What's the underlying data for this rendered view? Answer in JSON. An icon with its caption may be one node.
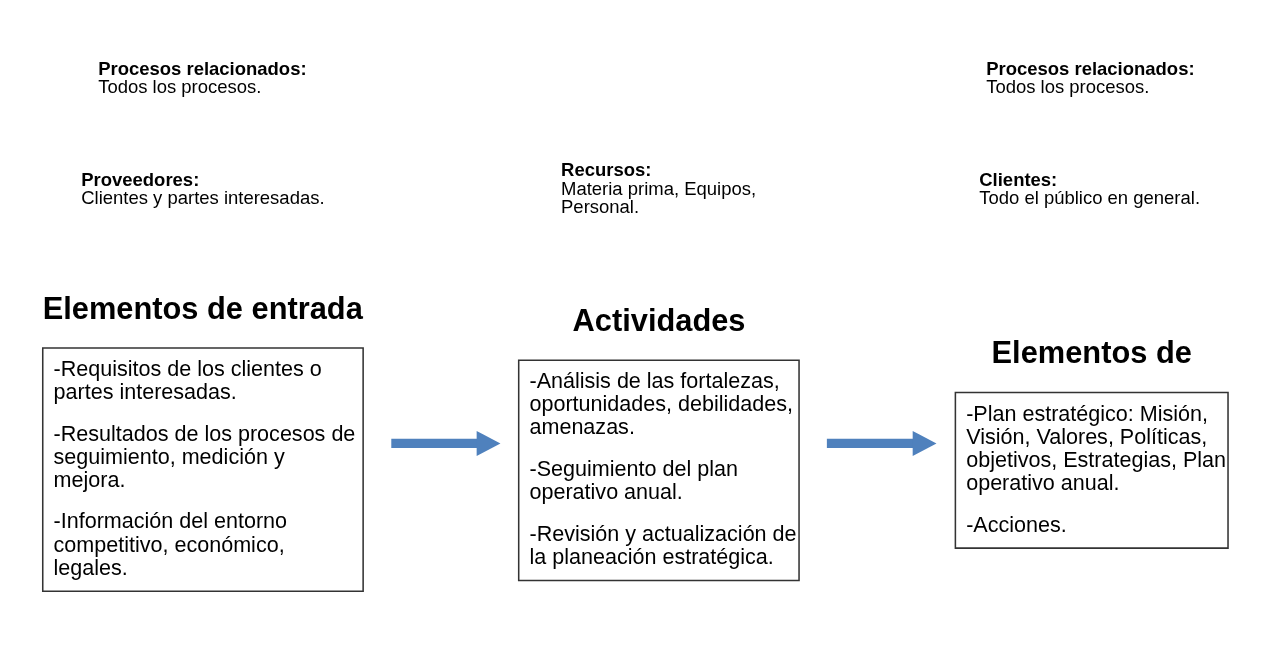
{
  "diagram": {
    "nodes": [
      {
        "text": [
          "Elementos de entrada",
          "-Requisitos de los clientes o partes interesadas.",
          "-Resultados de los procesos de seguimiento, medición y mejora.",
          "-Información del entorno competitivo, económico, legales."
        ]
      },
      {
        "text": [
          "Actividades",
          "-Análisis de las fortalezas, oportunidades, debilidades, amenazas.",
          "-Seguimiento del plan operativo anual.",
          "-Revisión y actualización de la planeación estratégica."
        ]
      },
      {
        "text": [
          "Elementos de",
          "-Plan estratégico: Misión, Visión, Valores, Políticas, objetivos, Estrategias, Plan operativo anual.",
          "-Acciones."
        ]
      }
    ],
    "edges": [
      {
        "from": 0,
        "to": 1,
        "arrow": "to"
      },
      {
        "from": 1,
        "to": 2,
        "arrow": "to"
      }
    ],
    "labels": [
      "**Proveedores:** Clientes y partes interesadas.",
      "**Recursos:** Materia prima, Equipos, Personal.",
      "**Clientes:** Todo el público en general.",
      "**Procesos relacionados:** Todos los procesos.",
      "**Procesos relacionados:** Todos los procesos."
    ]
  }
}
